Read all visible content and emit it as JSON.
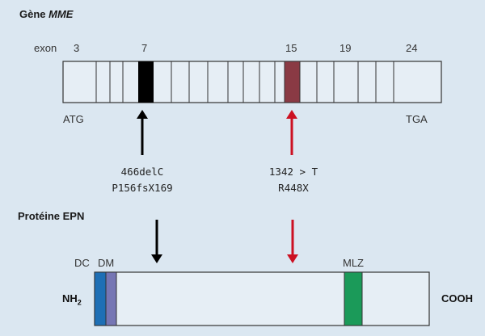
{
  "gene": {
    "title_prefix": "Gène",
    "title_italic": "MME",
    "exon_label": "exon",
    "exon_numbers": [
      "3",
      "7",
      "15",
      "19",
      "24"
    ],
    "start_label": "ATG",
    "stop_label": "TGA",
    "colors": {
      "bar_fill": "#e6eef5",
      "exon7": "#000000",
      "exon15": "#8a3a44"
    }
  },
  "mutations": [
    {
      "line1": "466delC",
      "line2": "P156fsX169",
      "color": "#000000"
    },
    {
      "line1": "1342 > T",
      "line2": "R448X",
      "color": "#cc1122"
    }
  ],
  "protein": {
    "title": "Protéine EPN",
    "n_term": "NH",
    "n_term_sub": "2",
    "c_term": "COOH",
    "domains": [
      {
        "label": "DC",
        "color": "#1e6fb5"
      },
      {
        "label": "DM",
        "color": "#7676b4"
      },
      {
        "label": "MLZ",
        "color": "#1b9a59"
      }
    ]
  },
  "colors": {
    "background": "#dbe7f1",
    "outline": "#333333"
  }
}
